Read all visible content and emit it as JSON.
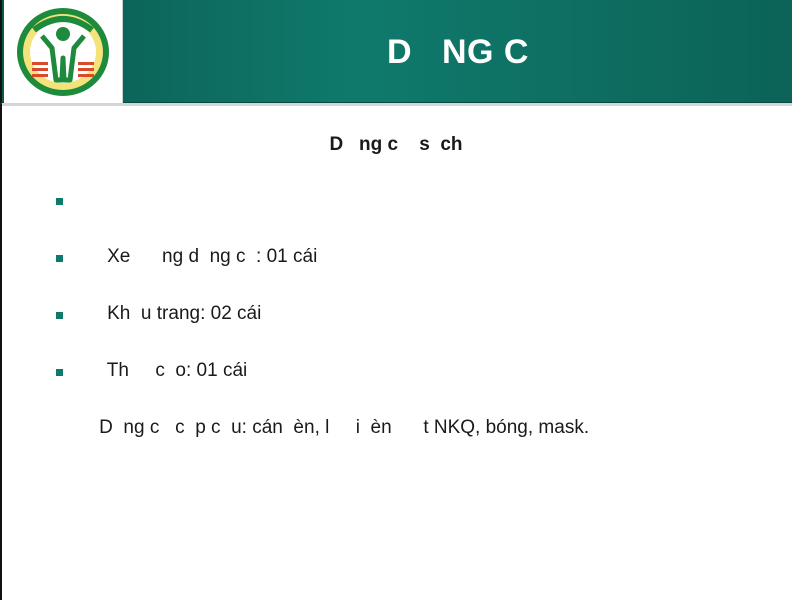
{
  "slide": {
    "title": "D   NG C",
    "subtitle": "D   ng c    s  ch",
    "bullets": [
      "Xe      ng d  ng c  : 01 cái",
      "Kh  u trang: 02 cái",
      "Th     c  o: 01 cái",
      "D  ng c   c  p c  u: cán  èn, l     i  èn      t NKQ, bóng, mask."
    ]
  },
  "colors": {
    "header": "#0f7a6c",
    "bullet": "#0f7a6c",
    "text": "#1a1a1a"
  },
  "logo": {
    "icon": "hospital-logo-icon"
  }
}
